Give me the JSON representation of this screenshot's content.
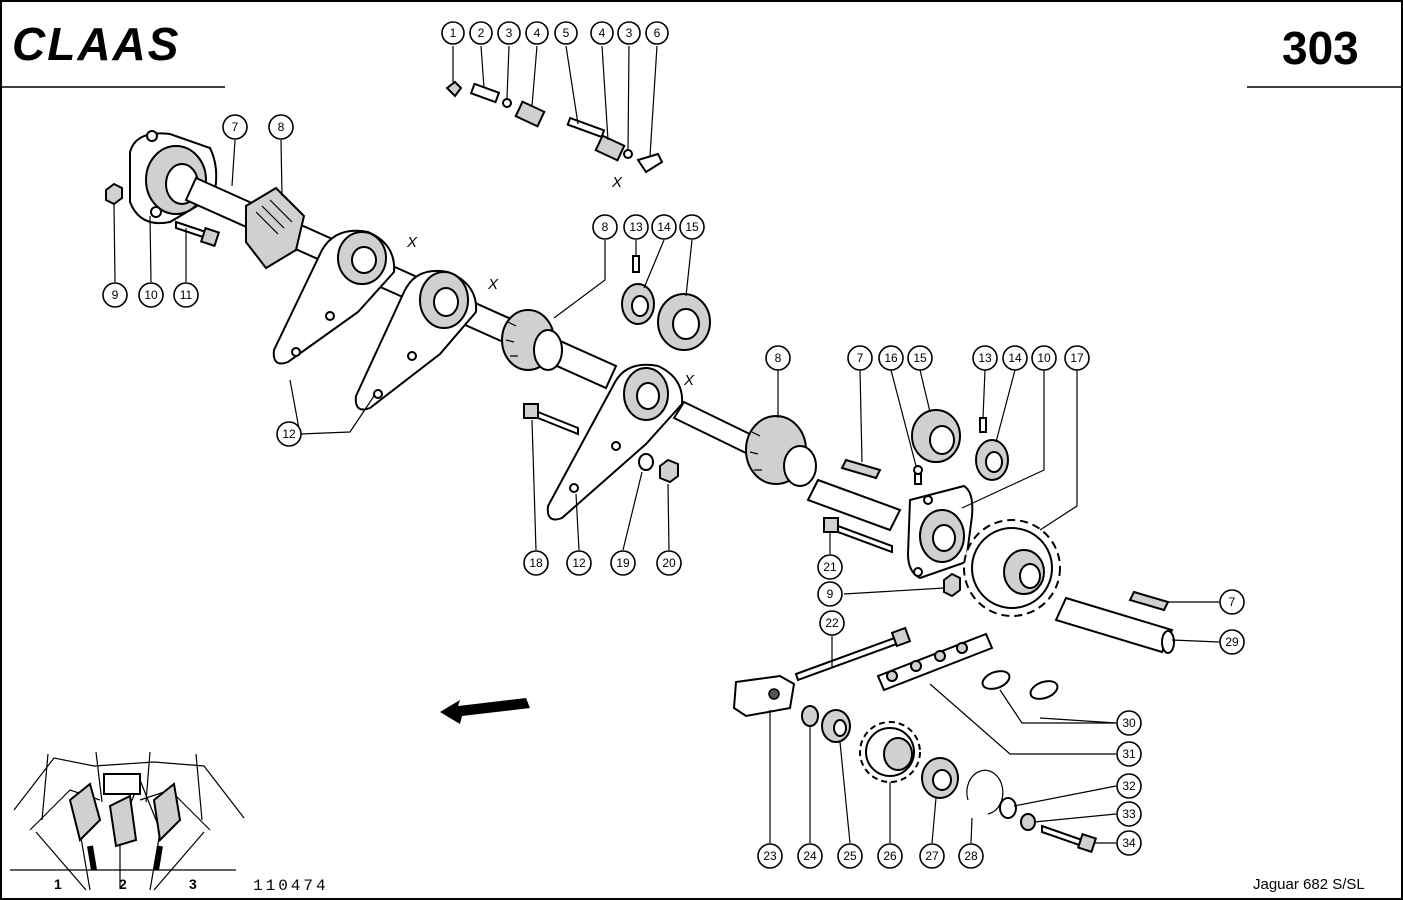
{
  "header": {
    "brand": "CLAAS",
    "page_number": "303"
  },
  "footer": {
    "drawing_number": "110474",
    "model": "Jaguar 682 S/SL",
    "positions": [
      "1",
      "2",
      "3"
    ]
  },
  "markers": {
    "x": "X"
  },
  "callouts": [
    {
      "id": "c1",
      "label": "1"
    },
    {
      "id": "c2",
      "label": "2"
    },
    {
      "id": "c3a",
      "label": "3"
    },
    {
      "id": "c4a",
      "label": "4"
    },
    {
      "id": "c5",
      "label": "5"
    },
    {
      "id": "c4b",
      "label": "4"
    },
    {
      "id": "c3b",
      "label": "3"
    },
    {
      "id": "c6",
      "label": "6"
    },
    {
      "id": "c7a",
      "label": "7"
    },
    {
      "id": "c8a",
      "label": "8"
    },
    {
      "id": "c9a",
      "label": "9"
    },
    {
      "id": "c10a",
      "label": "10"
    },
    {
      "id": "c11",
      "label": "11"
    },
    {
      "id": "c12a",
      "label": "12"
    },
    {
      "id": "c8b",
      "label": "8"
    },
    {
      "id": "c13a",
      "label": "13"
    },
    {
      "id": "c14a",
      "label": "14"
    },
    {
      "id": "c15a",
      "label": "15"
    },
    {
      "id": "c8c",
      "label": "8"
    },
    {
      "id": "c7b",
      "label": "7"
    },
    {
      "id": "c16",
      "label": "16"
    },
    {
      "id": "c15b",
      "label": "15"
    },
    {
      "id": "c13b",
      "label": "13"
    },
    {
      "id": "c14b",
      "label": "14"
    },
    {
      "id": "c10b",
      "label": "10"
    },
    {
      "id": "c17",
      "label": "17"
    },
    {
      "id": "c18",
      "label": "18"
    },
    {
      "id": "c12b",
      "label": "12"
    },
    {
      "id": "c19",
      "label": "19"
    },
    {
      "id": "c20",
      "label": "20"
    },
    {
      "id": "c21",
      "label": "21"
    },
    {
      "id": "c9b",
      "label": "9"
    },
    {
      "id": "c7c",
      "label": "7"
    },
    {
      "id": "c22",
      "label": "22"
    },
    {
      "id": "c29",
      "label": "29"
    },
    {
      "id": "c30",
      "label": "30"
    },
    {
      "id": "c31",
      "label": "31"
    },
    {
      "id": "c32",
      "label": "32"
    },
    {
      "id": "c33",
      "label": "33"
    },
    {
      "id": "c34",
      "label": "34"
    },
    {
      "id": "c23",
      "label": "23"
    },
    {
      "id": "c24",
      "label": "24"
    },
    {
      "id": "c25",
      "label": "25"
    },
    {
      "id": "c26",
      "label": "26"
    },
    {
      "id": "c27",
      "label": "27"
    },
    {
      "id": "c28",
      "label": "28"
    }
  ]
}
